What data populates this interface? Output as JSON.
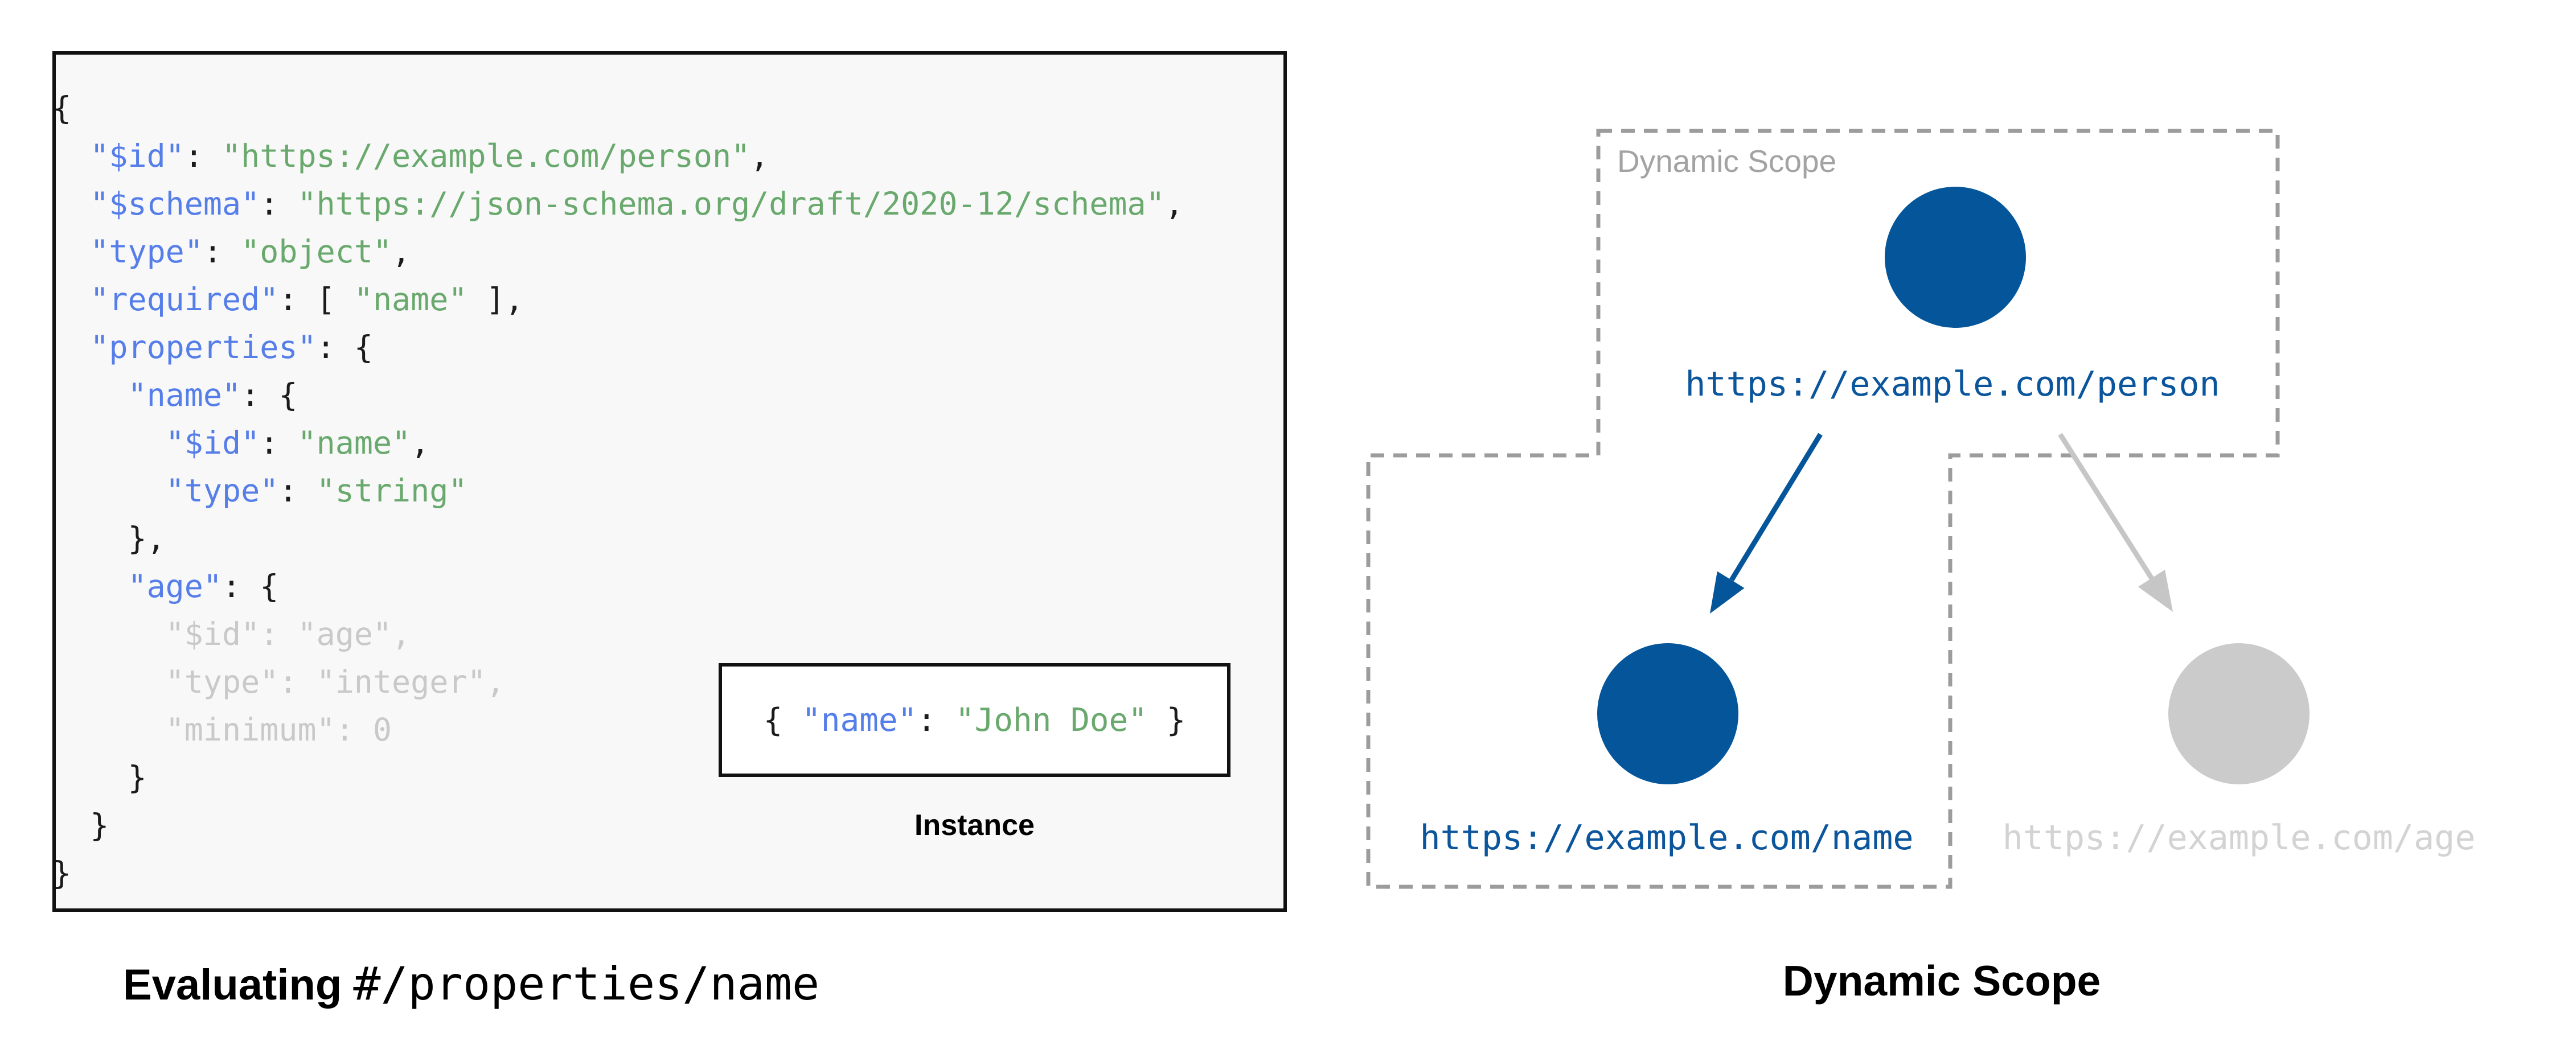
{
  "colors": {
    "panel_bg": "#f8f8f8",
    "panel_border": "#111111",
    "code_key": "#567ee9",
    "code_string": "#69a96d",
    "code_plain": "#1b1b1b",
    "code_muted": "#c9c9c9",
    "node_blue": "#04559a",
    "node_gray": "#cbcbcb",
    "label_blue": "#0a559b",
    "label_gray": "#d3d3d3",
    "dash_gray": "#9c9c9c",
    "arrow_gray": "#c6c6c6",
    "scope_tag_gray": "#a3a3a3"
  },
  "left_panel": {
    "code": {
      "lines": [
        [
          [
            "p",
            "{"
          ]
        ],
        [
          [
            "p",
            "  "
          ],
          [
            "k",
            "\"$id\""
          ],
          [
            "p",
            ": "
          ],
          [
            "s",
            "\"https://example.com/person\""
          ],
          [
            "p",
            ","
          ]
        ],
        [
          [
            "p",
            "  "
          ],
          [
            "k",
            "\"$schema\""
          ],
          [
            "p",
            ": "
          ],
          [
            "s",
            "\"https://json-schema.org/draft/2020-12/schema\""
          ],
          [
            "p",
            ","
          ]
        ],
        [
          [
            "p",
            "  "
          ],
          [
            "k",
            "\"type\""
          ],
          [
            "p",
            ": "
          ],
          [
            "s",
            "\"object\""
          ],
          [
            "p",
            ","
          ]
        ],
        [
          [
            "p",
            "  "
          ],
          [
            "k",
            "\"required\""
          ],
          [
            "p",
            ": [ "
          ],
          [
            "s",
            "\"name\""
          ],
          [
            "p",
            " ],"
          ]
        ],
        [
          [
            "p",
            "  "
          ],
          [
            "k",
            "\"properties\""
          ],
          [
            "p",
            ": {"
          ]
        ],
        [
          [
            "p",
            "    "
          ],
          [
            "k",
            "\"name\""
          ],
          [
            "p",
            ": {"
          ]
        ],
        [
          [
            "p",
            "      "
          ],
          [
            "k",
            "\"$id\""
          ],
          [
            "p",
            ": "
          ],
          [
            "s",
            "\"name\""
          ],
          [
            "p",
            ","
          ]
        ],
        [
          [
            "p",
            "      "
          ],
          [
            "k",
            "\"type\""
          ],
          [
            "p",
            ": "
          ],
          [
            "s",
            "\"string\""
          ]
        ],
        [
          [
            "p",
            "    },"
          ]
        ],
        [
          [
            "p",
            "    "
          ],
          [
            "k",
            "\"age\""
          ],
          [
            "p",
            ": {"
          ]
        ],
        [
          [
            "g",
            "      \"$id\": \"age\","
          ]
        ],
        [
          [
            "g",
            "      \"type\": \"integer\","
          ]
        ],
        [
          [
            "g",
            "      \"minimum\": 0"
          ]
        ],
        [
          [
            "p",
            "    }"
          ]
        ],
        [
          [
            "p",
            "  }"
          ]
        ],
        [
          [
            "p",
            "}"
          ]
        ]
      ]
    },
    "instance": {
      "segments": [
        [
          "p",
          "{ "
        ],
        [
          "k",
          "\"name\""
        ],
        [
          "p",
          ": "
        ],
        [
          "s",
          "\"John Doe\""
        ],
        [
          "p",
          " }"
        ]
      ],
      "label": "Instance"
    },
    "caption": {
      "bold": "Evaluating",
      "mono": "#/properties/name"
    }
  },
  "right_panel": {
    "scope_label": "Dynamic Scope",
    "nodes": [
      {
        "id": "person",
        "label": "https://example.com/person"
      },
      {
        "id": "name",
        "label": "https://example.com/name"
      },
      {
        "id": "age",
        "label": "https://example.com/age"
      }
    ],
    "caption": "Dynamic Scope"
  }
}
